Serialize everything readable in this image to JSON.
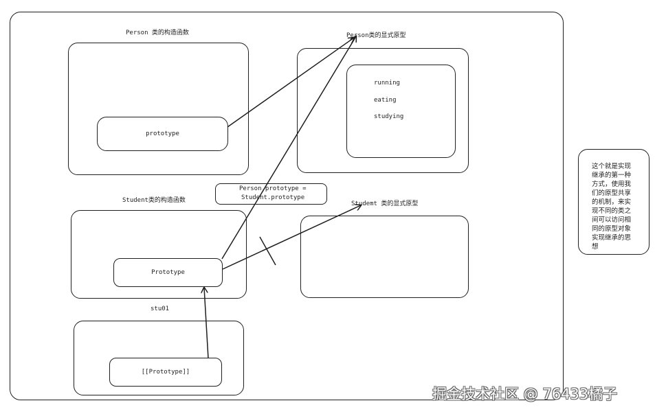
{
  "diagram": {
    "person_constructor": {
      "title": "Person 类的构造函数",
      "prototype_label": "prototype"
    },
    "person_prototype": {
      "title": "Person类的显式原型",
      "methods": [
        "running",
        "eating",
        "studying"
      ]
    },
    "student_constructor": {
      "title": "Student类的构造函数",
      "prototype_label": "Prototype"
    },
    "assignment": {
      "line1": "Person.prototype =",
      "line2": "Student.prototype"
    },
    "student_prototype": {
      "title": "Studemt 类的显式原型"
    },
    "instance": {
      "title": "stu01",
      "proto_label": "[[Prototype]]"
    },
    "note": "这个就是实现\n继承的第一种\n方式，使用我\n们的原型共享\n的机制，来实\n现不同的类之\n间可以访问相\n同的原型对象\n实现继承的思\n想"
  },
  "watermark": "掘金技术社区 @ 76433橘子"
}
